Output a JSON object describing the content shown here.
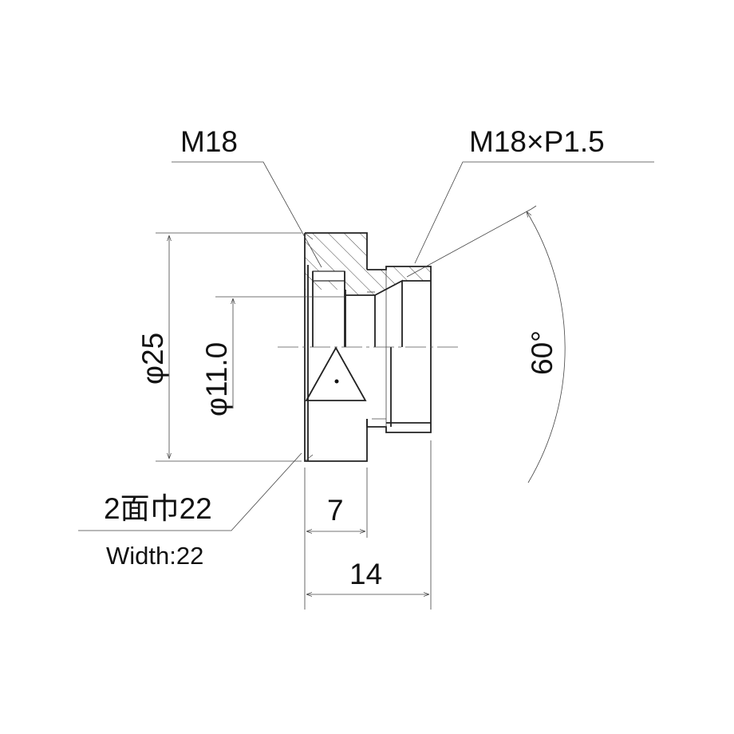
{
  "callouts": {
    "bore_thread": "M18",
    "outer_thread": "M18×P1.5",
    "angle": "60°",
    "flats_ja": "2面巾22",
    "flats_en": "Width:22"
  },
  "dimensions": {
    "outer_diameter": "φ25",
    "inner_diameter": "φ11.0",
    "hex_length": "7",
    "total_length": "14"
  }
}
